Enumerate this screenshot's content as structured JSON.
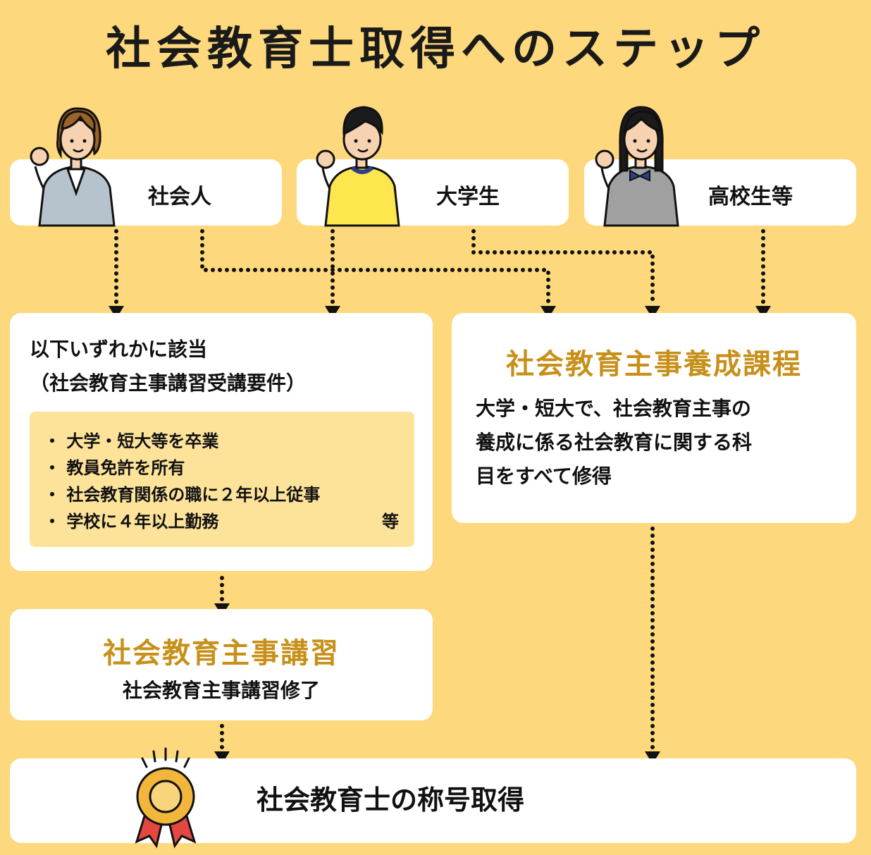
{
  "title": "社会教育士取得へのステップ",
  "categories": [
    {
      "label": "社会人",
      "icon": "businesswoman-icon"
    },
    {
      "label": "大学生",
      "icon": "student-boy-icon"
    },
    {
      "label": "高校生等",
      "icon": "schoolgirl-icon"
    }
  ],
  "route_course": {
    "heading_line1": "以下いずれかに該当",
    "heading_line2": "（社会教育主事講習受講要件）",
    "requirements": [
      "・ 大学・短大等を卒業",
      "・ 教員免許を所有",
      "・ 社会教育関係の職に２年以上従事",
      "・ 学校に４年以上勤務"
    ],
    "requirements_suffix": "等",
    "training_title": "社会教育主事講習",
    "training_desc": "社会教育主事講習修了"
  },
  "route_program": {
    "title": "社会教育主事養成課程",
    "desc_lines": [
      "大学・短大で、社会教育主事の",
      "養成に係る社会教育に関する科",
      "目をすべて修得"
    ]
  },
  "result": {
    "label": "社会教育士の称号取得",
    "icon": "medal-icon"
  },
  "colors": {
    "background": "#fdd87c",
    "accent": "#c7901a",
    "requirement_box": "#fde39a",
    "card": "#ffffff"
  }
}
